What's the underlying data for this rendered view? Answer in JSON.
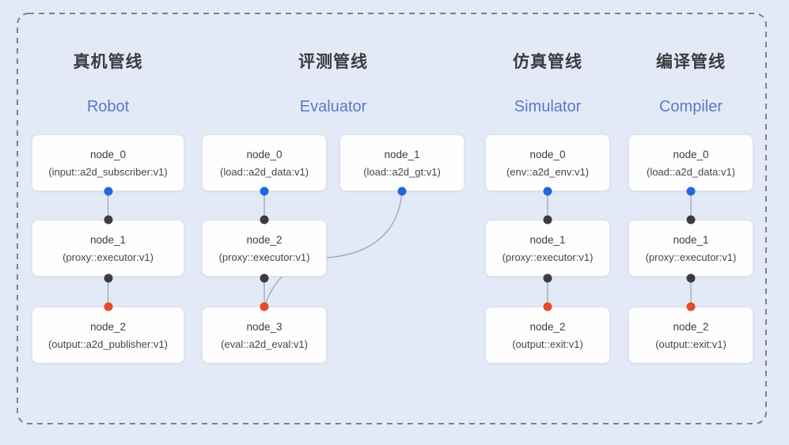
{
  "diagram": {
    "background_color": "#e3e9f6",
    "dashed_border_color": "#7c828c",
    "accent_blue": "#5b79c9",
    "wire_color": "#99a1af",
    "port_colors": {
      "output_blue": "#1f68e0",
      "port_dark": "#3c3c3c",
      "input_red": "#e6492e"
    },
    "pipelines": [
      {
        "title_zh": "真机管线",
        "title_en": "Robot",
        "nodes": [
          {
            "name": "node_0",
            "type": "(input::a2d_subscriber:v1)"
          },
          {
            "name": "node_1",
            "type": "(proxy::executor:v1)"
          },
          {
            "name": "node_2",
            "type": "(output::a2d_publisher:v1)"
          }
        ]
      },
      {
        "title_zh": "评测管线",
        "title_en": "Evaluator",
        "nodes": [
          {
            "name": "node_0",
            "type": "(load::a2d_data:v1)"
          },
          {
            "name": "node_1",
            "type": "(load::a2d_gt:v1)"
          },
          {
            "name": "node_2",
            "type": "(proxy::executor:v1)"
          },
          {
            "name": "node_3",
            "type": "(eval::a2d_eval:v1)"
          }
        ]
      },
      {
        "title_zh": "仿真管线",
        "title_en": "Simulator",
        "nodes": [
          {
            "name": "node_0",
            "type": "(env::a2d_env:v1)"
          },
          {
            "name": "node_1",
            "type": "(proxy::executor:v1)"
          },
          {
            "name": "node_2",
            "type": "(output::exit:v1)"
          }
        ]
      },
      {
        "title_zh": "编译管线",
        "title_en": "Compiler",
        "nodes": [
          {
            "name": "node_0",
            "type": "(load::a2d_data:v1)"
          },
          {
            "name": "node_1",
            "type": "(proxy::executor:v1)"
          },
          {
            "name": "node_2",
            "type": "(output::exit:v1)"
          }
        ]
      }
    ]
  }
}
